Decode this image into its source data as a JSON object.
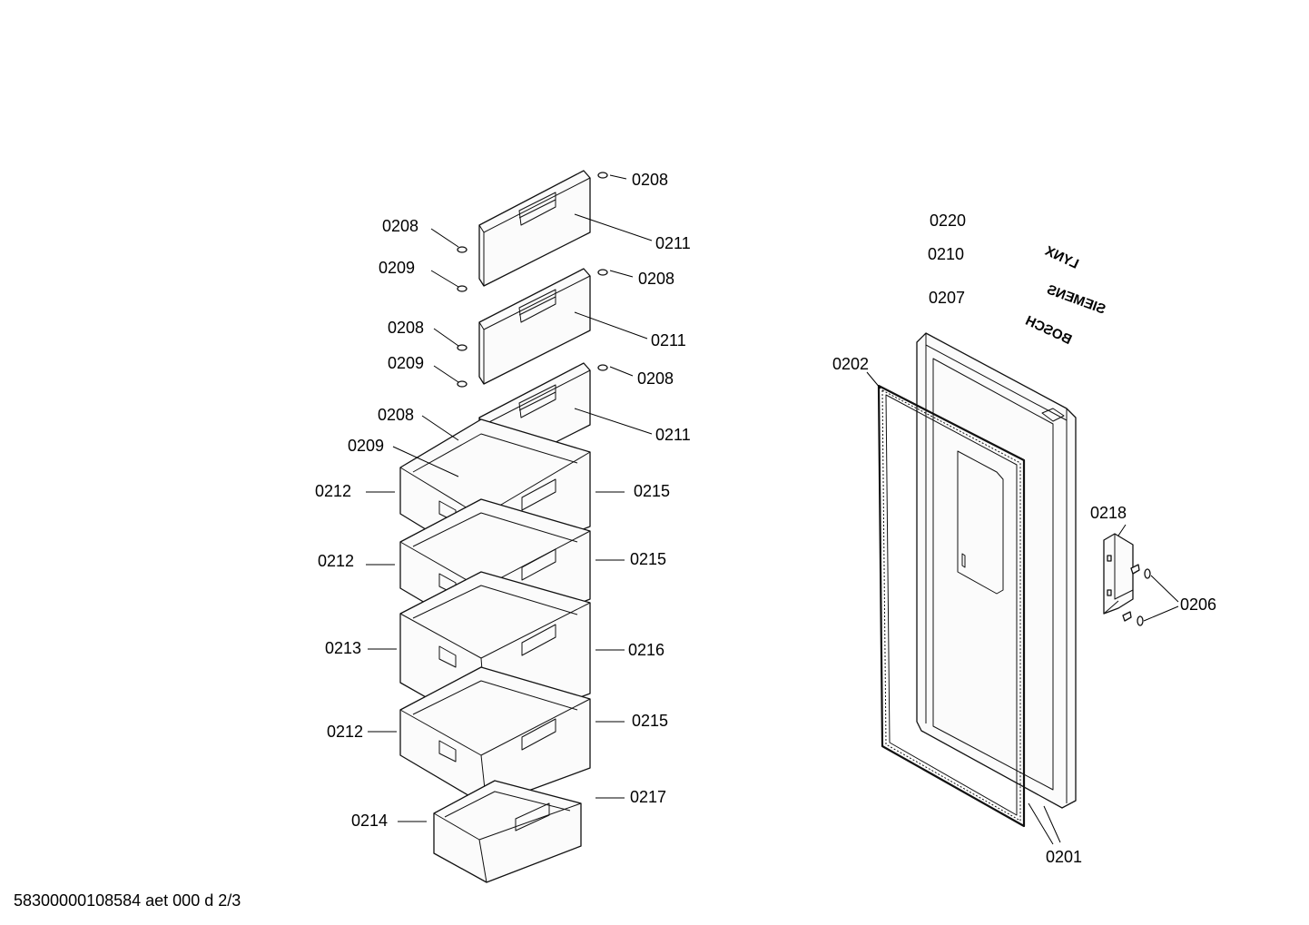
{
  "footer": {
    "drawing_id": "58300000108584 aet 000 d 2/3"
  },
  "callouts": {
    "c0208_a": "0208",
    "c0208_b": "0208",
    "c0208_c": "0208",
    "c0208_d": "0208",
    "c0208_e": "0208",
    "c0208_f": "0208",
    "c0209_a": "0209",
    "c0209_b": "0209",
    "c0209_c": "0209",
    "c0211_a": "0211",
    "c0211_b": "0211",
    "c0211_c": "0211",
    "c0212_a": "0212",
    "c0212_b": "0212",
    "c0212_c": "0212",
    "c0213": "0213",
    "c0214": "0214",
    "c0215_a": "0215",
    "c0215_b": "0215",
    "c0215_c": "0215",
    "c0216": "0216",
    "c0217": "0217",
    "c0220": "0220",
    "c0210": "0210",
    "c0207": "0207",
    "c0202": "0202",
    "c0218": "0218",
    "c0206": "0206",
    "c0201": "0201"
  },
  "logos": {
    "lynx": "LYNX",
    "siemens": "SIEMENS",
    "bosch": "BOSCH"
  }
}
